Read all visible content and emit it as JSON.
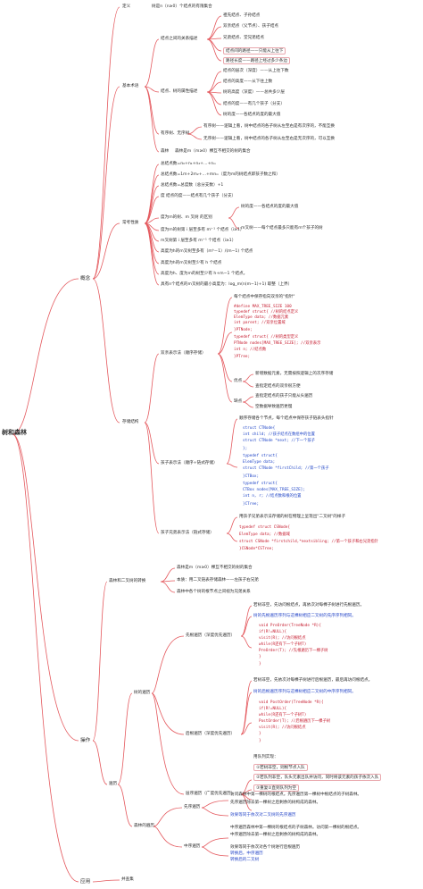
{
  "root": "树和森林",
  "sections": {
    "concept": "概念",
    "operation": "操作",
    "application": "应用"
  },
  "concept": {
    "definition_label": "定义",
    "definition": "树是n（n≥0）个结点的有限集合",
    "basic_terms": "基本术语",
    "relations_label": "结点之间的关系描述",
    "relations": [
      "祖先结点、子孙结点",
      "双亲结点（父节点）、孩子结点",
      "兄弟结点、堂兄弟结点",
      "结点间的路径——只能从上往下",
      "路径长度——路径上经过多少条边"
    ],
    "attrs_label": "结点、树的属性描述",
    "attrs": [
      "结点的层次（深度）——从上往下数",
      "结点的高度——从下往上数",
      "树的高度（深度）——总共多少层",
      "结点的度——有几个孩子（分支）",
      "树的度——各结点的度的最大值"
    ],
    "ordered_label": "有序树、无序树",
    "ordered": [
      "有序树——逻辑上看，树中结点的各子树从左至右是有次序的，不能互换",
      "无序树——逻辑上看，树中结点的各子树从左至右是无次序的，可以互换"
    ],
    "forest_label": "森林",
    "forest": "森林是m（m≥0）棵互不相交的树的集合",
    "properties": "常考性质",
    "props": [
      "总结点数=n₀+n₁+n₂+...+nₘ",
      "总结点数=1m+2m₂+...+mnₘ（度为m的树结点即孩子数之和）",
      "总结点数=总度数（总分支数）+1",
      "度    结点的度——结点有几个孩子（分支）",
      "树的度——各结点的度的最大值",
      "m叉树——每个结点最多只能有m个孩子的树",
      "度为m的树第 i 层至多有 mⁱ⁻¹ 个结点（i≥1）",
      "m叉树第 i 层至多有 mⁱ⁻¹ 个结点（i≥1）",
      "高度为h的m叉树至多有（mʰ－1）/(m−1) 个结点",
      "高度为h的m叉树至少有 h 个结点",
      "高度为h、度为m的树至少有 h+m−1 个结点。",
      "具有n个结点的m叉树的最小高度为：log_m(n(m−1)+1) 取整（上界）"
    ],
    "deg_label": "度为m的树、m 叉树 的区别",
    "storage": "存储结构",
    "parent_label": "双亲表示法（顺序存储）",
    "parent_intro": "每个结点中保存指向双亲的\"指针\"",
    "parent_code": [
      "#define MAX_TREE_SIZE 100",
      "typedef struct{        //树的结点定义",
      "      ElemType data;    //数据元素",
      "      int parent;       //双亲位置域",
      "}PTNode;",
      "typedef struct{           //树的类型定义",
      "      PTNode nodes[MAX_TREE_SIZE]; //双亲表示",
      "      int n;        //结点数",
      "}PTree;"
    ],
    "adv_label": "优点",
    "adv": [
      "新增数据元素，无需按照逻辑上的次序存储",
      "查指定结点的双亲很方便"
    ],
    "dis_label": "缺点",
    "dis": [
      "查指定结点的孩子只能从头遍历",
      "空数据导致遍历更慢"
    ],
    "child_label": "孩子表示法（顺序+链式存储）",
    "child_intro": "顺序存储各个节点，每个结点中保存孩子链表头指针",
    "child_code": [
      "struct CTNode{",
      "      int child;   //孩子结点在数组中的位置",
      "      struct CTNode *next;  //下一个孩子",
      "};",
      "typedef struct{",
      "      ElemType data;",
      "      struct CTNode *firstChild;   //第一个孩子",
      "}CTBox;",
      "typedef struct{",
      "      CTBox nodes[MAX_TREE_SIZE];",
      "      int n, r;    //结点数和根的位置",
      "}CTree;"
    ],
    "sib_label": "孩子兄弟表示法（链式存储）",
    "sib_intro": "用孩子兄弟表示法存储的树在物理上呈现出\"二叉树\"的样子",
    "sib_code": [
      "typedef struct CSNode{",
      "      ElemType data;    //数据域",
      "      struct CSNode *firstchild,*nextsibling;  //第一个孩子和右兄弟指针",
      "}CSNode*CSTree;"
    ]
  },
  "operation": {
    "convert_label": "森林和二叉树的转换",
    "convert": [
      "森林是m（m≥0）棵互不相交的树的集合",
      "本质：用二叉链表存储森林——左孩子右兄弟",
      "森林中各个树的根节点之间视为兄弟关系"
    ],
    "traverse": "遍历",
    "tree_trav": "树的遍历",
    "pre_label": "先根遍历（深度优先遍历）",
    "pre_desc": [
      "若树非空，先访问根结点，再依次对每棵子树进行先根遍历。",
      "树的先根遍历序列与这棵树相应二叉树的先序序列相同。"
    ],
    "pre_code": [
      "void PreOrder(TreeNode *R){",
      "      if(R!=NULL){",
      "         visit(R);    //访问根结点",
      "         while(R还有下一个子树T)",
      "             PreOrder(T);  //先根遍历下一棵子树",
      "      }",
      "}"
    ],
    "post_label": "后根遍历（深度优先遍历）",
    "post_desc": [
      "若树非空，先依次对每棵子树进行后根遍历，最后再访问根结点。",
      "树的后根遍历序列与这棵树相应二叉树的中序序列相同。"
    ],
    "post_code": [
      "void PostOrder(TreeNode *R){",
      "      if(R!=NULL){",
      "         while(R还有下一个子树T)",
      "             PostOrder(T);  //后根遍历下一棵子树",
      "         visit(R);    //访问根结点",
      "      }",
      "}"
    ],
    "level_label": "层序遍历（广度优先遍历）",
    "level_desc": [
      "用队列实现：",
      "①若树非空，则根节点入队",
      "②若队列非空，队头元素出队并访问，同时将该元素的孩子依次入队",
      "③重复②直到队列为空"
    ],
    "forest_trav": "森林的遍历",
    "fpre_label": "先序遍历",
    "fpre": [
      "访问森林中第一棵树的根结点。先序遍历第一棵树中根结点的子树森林。",
      "先序遍历除去第一棵树之后剩余的树构成的森林。",
      "效果等同于依次对二叉树的先序遍历"
    ],
    "fin_label": "中序遍历",
    "fin": [
      "中序遍历森林中第一棵树的根结点的子树森林。访问第一棵树的根结点。",
      "中序遍历除去第一棵树之后剩余的树构成的森林。",
      "效果等同于依次对各个树进行后根遍历",
      "转换后，中序遍历",
      "转换后的二叉树"
    ]
  },
  "application": {
    "item": "并查集"
  },
  "colors": {
    "branch": "#e4585d",
    "code": "#c61c2f",
    "code_blue": "#2146c7"
  }
}
